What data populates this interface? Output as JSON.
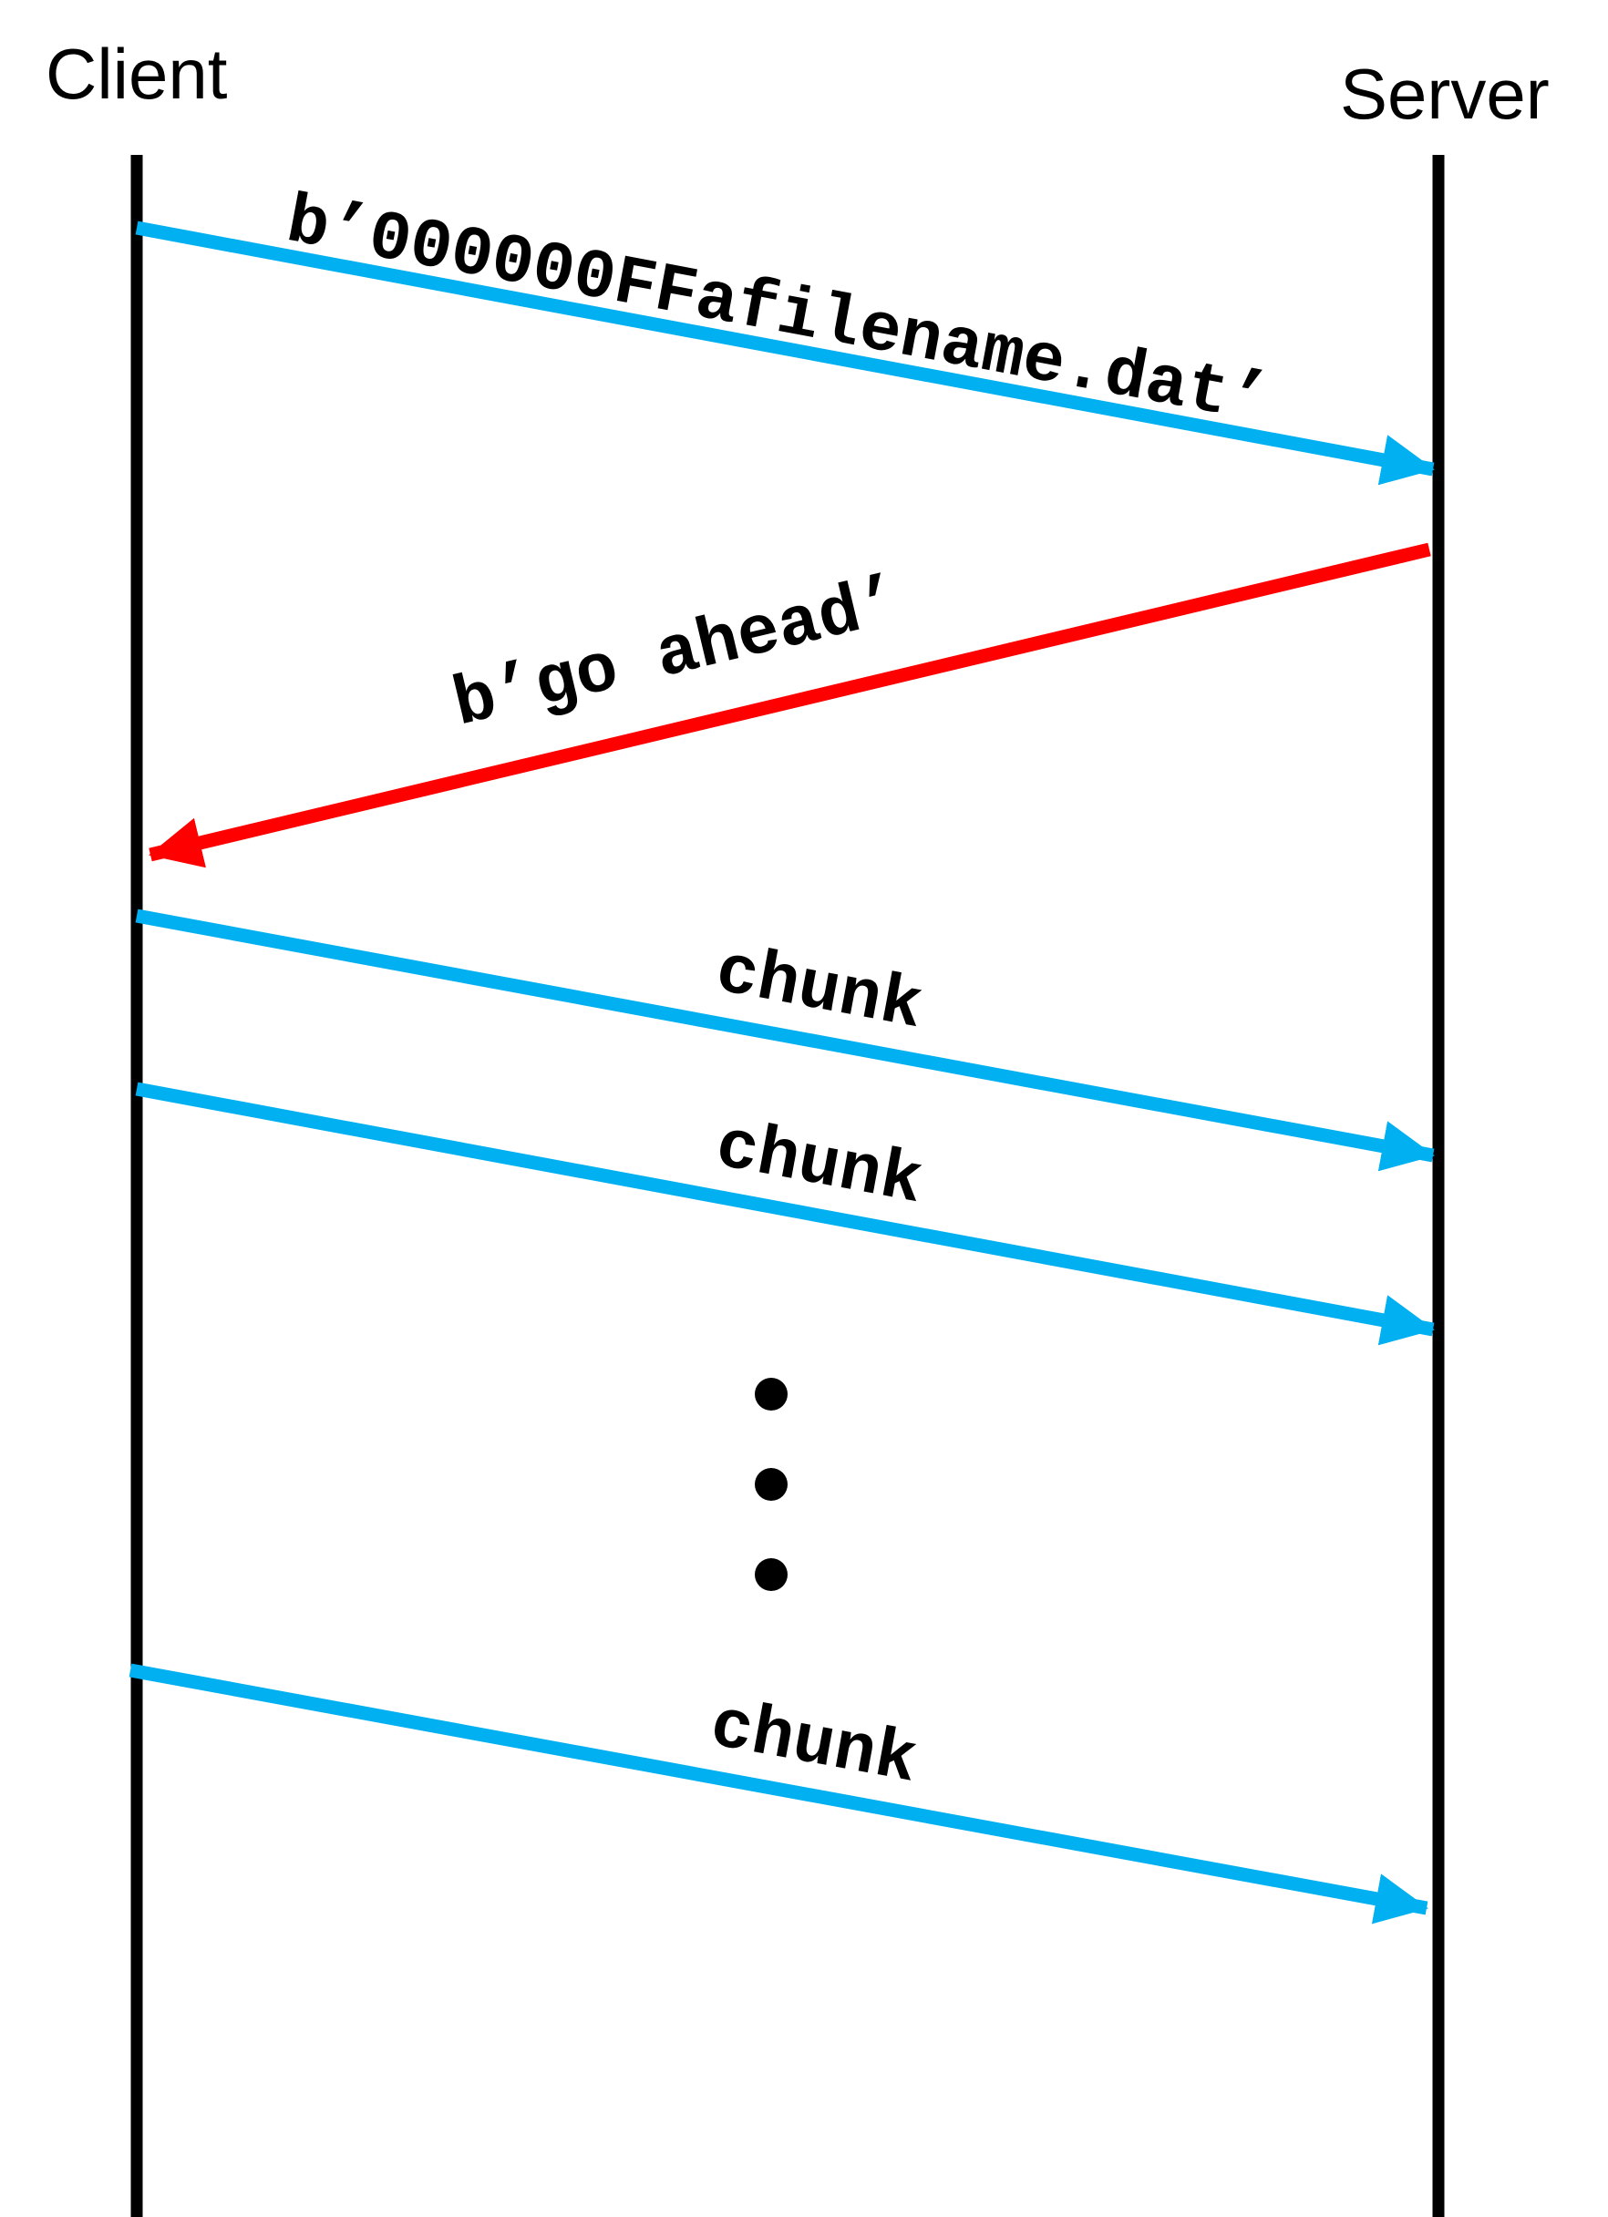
{
  "actors": {
    "client": "Client",
    "server": "Server"
  },
  "messages": [
    {
      "label": "b’000000FFafilename.dat’",
      "direction": "client-to-server",
      "color": "#00B0F0"
    },
    {
      "label": "b’go ahead’",
      "direction": "server-to-client",
      "color": "#FF0000"
    },
    {
      "label": "chunk",
      "direction": "client-to-server",
      "color": "#00B0F0"
    },
    {
      "label": "chunk",
      "direction": "client-to-server",
      "color": "#00B0F0"
    },
    {
      "label": "chunk",
      "direction": "client-to-server",
      "color": "#00B0F0"
    }
  ],
  "continuation": "vertical-ellipsis",
  "colors": {
    "lifeline": "#000000",
    "request": "#00B0F0",
    "reply": "#FF0000"
  }
}
